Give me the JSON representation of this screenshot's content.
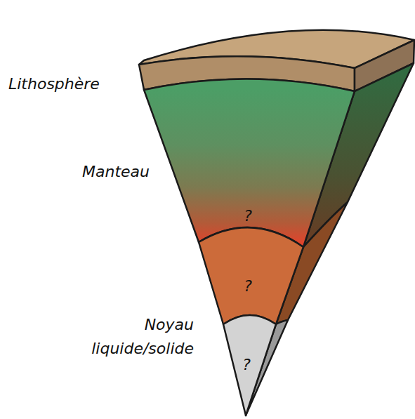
{
  "diagram": {
    "labels": [
      "Lithosphère",
      "Manteau",
      "?",
      "?",
      "Noyau liquide/solide",
      "?"
    ]
  }
}
